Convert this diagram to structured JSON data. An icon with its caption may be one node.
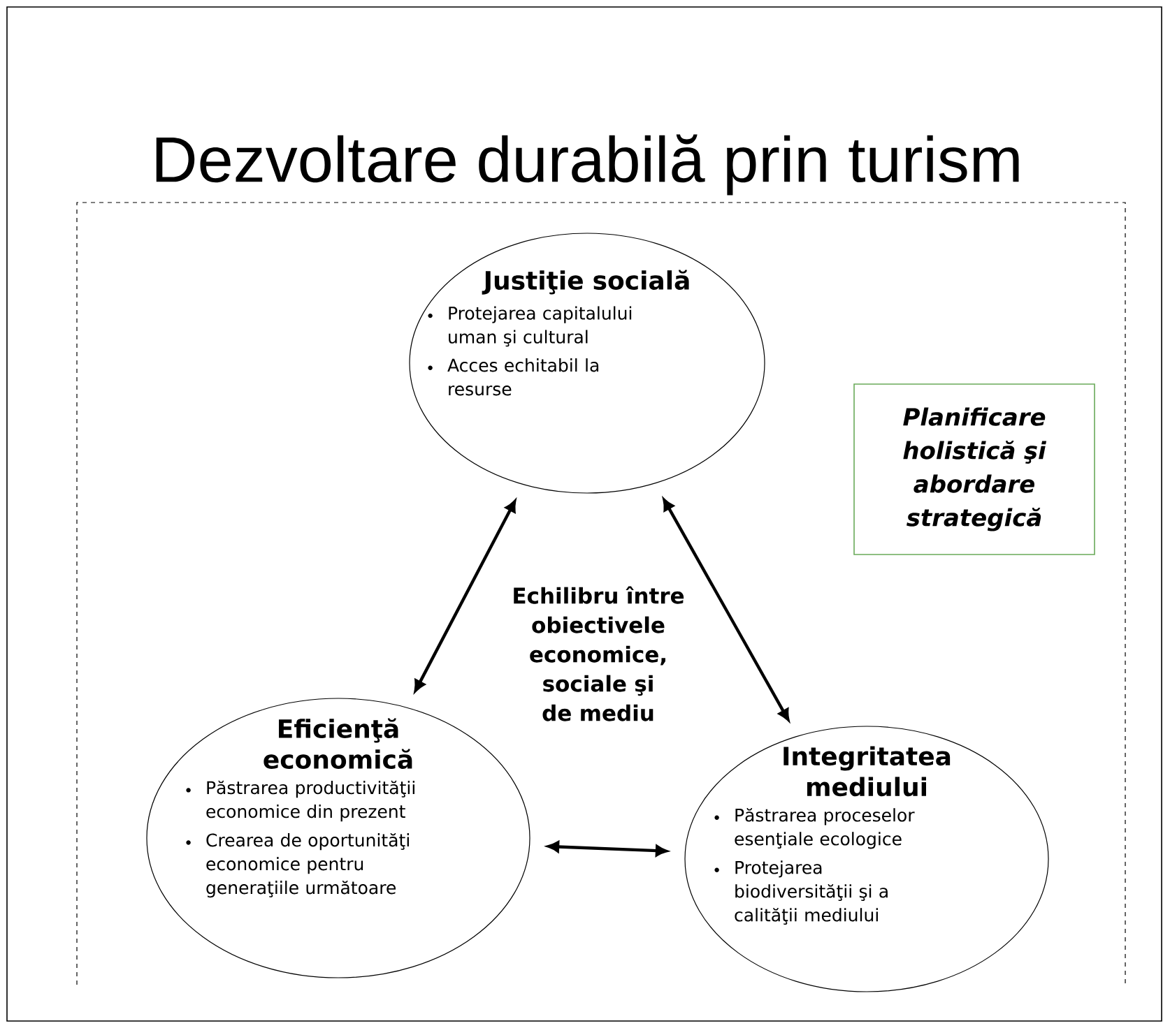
{
  "diagram": {
    "title": "Dezvoltare durabilă prin turism",
    "nodes": [
      {
        "text": [
          "Justiţie socială",
          "Protejarea capitalului uman şi cultural",
          "Acces echitabil la resurse"
        ]
      },
      {
        "text": [
          "Eficienţă economică",
          "Păstrarea productivităţii economice din prezent",
          "Crearea de oportunităţi economice pentru generaţiile următoare"
        ]
      },
      {
        "text": [
          "Integritatea mediului",
          "Păstrarea proceselor esenţiale ecologice",
          "Protejarea biodiversităţii şi a calităţii mediului"
        ]
      },
      {
        "text": [
          "Planificare holistică şi abordare strategică"
        ]
      }
    ],
    "edges": [
      {
        "from": 0,
        "to": 1,
        "arrow": "both"
      },
      {
        "from": 0,
        "to": 2,
        "arrow": "both"
      },
      {
        "from": 1,
        "to": 2,
        "arrow": "both"
      }
    ],
    "labels": [
      "Echilibru între obiectivele economice, sociale şi de mediu"
    ]
  }
}
